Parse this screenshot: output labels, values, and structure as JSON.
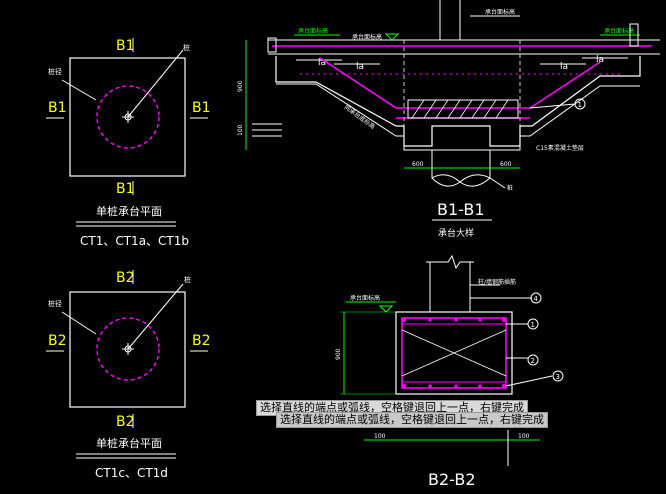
{
  "drawing": {
    "plan_b1": {
      "top_label": "B1",
      "left_label": "B1",
      "right_label": "B1",
      "bottom_label": "B1",
      "title": "单桩承台平面",
      "subtitle": "CT1、CT1a、CT1b",
      "left_note": "桩径",
      "pile_note": "桩"
    },
    "plan_b2": {
      "top_label": "B2",
      "left_label": "B2",
      "right_label": "B2",
      "bottom_label": "B2",
      "title": "单桩承台平面",
      "subtitle": "CT1c、CT1d",
      "left_note": "桩径",
      "pile_note": "桩"
    },
    "section_b1": {
      "title": "B1-B1",
      "subtitle": "承台大样",
      "la_left_outer": "la",
      "la_left_inner": "la",
      "la_right_inner": "la",
      "la_right_outer": "la",
      "marker1": "1",
      "dim_left": "600",
      "dim_right": "600",
      "dim_v1": "900",
      "dim_v2": "100",
      "note_top_left": "承台面标高",
      "note_top_mid": "承台面标高",
      "note_top_right": "承台面标高",
      "note_ref": "承台面标高",
      "note_slope": "同承台底标高",
      "note_cushion": "C15素混凝土垫层",
      "note_pile": "桩"
    },
    "section_b2": {
      "title": "B2-B2",
      "note_slab": "承台面标高",
      "note_col": "柱/墙钢筋插筋",
      "marker4": "4",
      "marker1": "1",
      "marker2": "2",
      "marker3": "3",
      "dim_h": "900",
      "dim_bl": "100",
      "dim_br": "100"
    }
  },
  "command_tip": {
    "line1": "选择直线的端点或弧线，空格键退回上一点，右键完成",
    "line2": "选择直线的端点或弧线，空格键退回上一点，右键完成"
  },
  "colors": {
    "background": "#000000",
    "outline": "#ffffff",
    "label": "#ffff00",
    "pile": "#ff00ff",
    "rebar": "#ff00ff",
    "dim": "#00ff00",
    "axis": "#ffffff"
  }
}
